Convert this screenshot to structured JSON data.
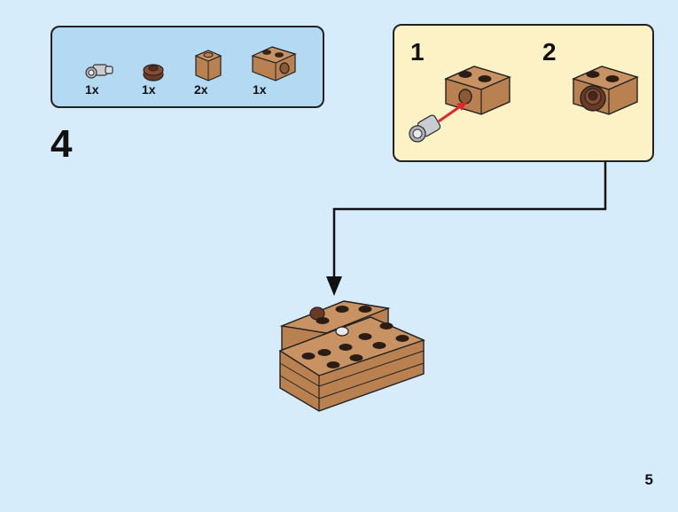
{
  "parts": [
    {
      "icon": "axle-pin-icon",
      "qty": "1x"
    },
    {
      "icon": "round-plate-icon",
      "qty": "1x"
    },
    {
      "icon": "brick-1x1-icon",
      "qty": "2x"
    },
    {
      "icon": "technic-brick-1x2-icon",
      "qty": "1x"
    }
  ],
  "step": {
    "number": "4"
  },
  "substeps": [
    {
      "number": "1"
    },
    {
      "number": "2"
    }
  ],
  "page": {
    "number": "5"
  },
  "colors": {
    "background": "#d6ecfa",
    "parts_box": "#b3d9f3",
    "substep_box": "#fdf2c5",
    "brick": "#b9814f",
    "brick_dark": "#8a5a35",
    "plate": "#6b3a24",
    "arrow": "#e0272d"
  }
}
